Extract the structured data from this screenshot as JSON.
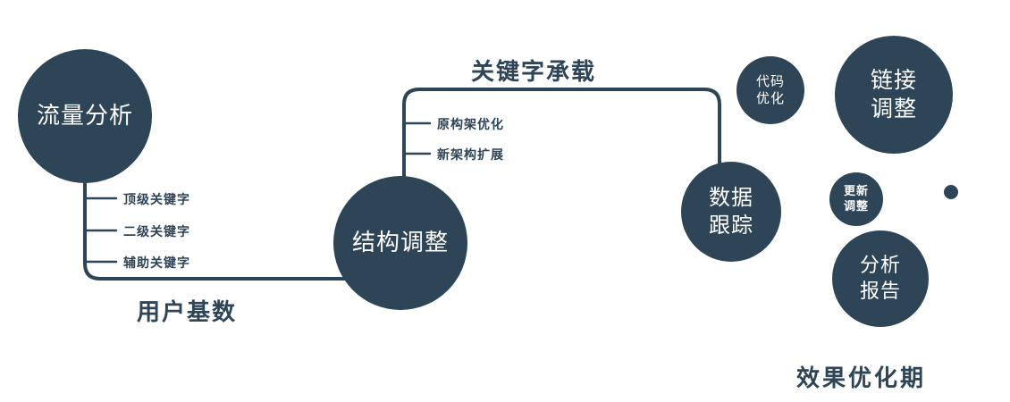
{
  "colors": {
    "accent": "#2e4457",
    "node_text": "#ffffff",
    "background": "#ffffff"
  },
  "nodes": {
    "traffic": {
      "label": "流量分析"
    },
    "structure": {
      "label": "结构调整"
    },
    "data_tracking": {
      "line1": "数据",
      "line2": "跟踪"
    },
    "code_opt": {
      "line1": "代码",
      "line2": "优化"
    },
    "link_adjust": {
      "line1": "链接",
      "line2": "调整"
    },
    "update_adjust": {
      "line1": "更新",
      "line2": "调整"
    },
    "analysis_report": {
      "line1": "分析",
      "line2": "报告"
    }
  },
  "branches": {
    "traffic": [
      "顶级关键字",
      "二级关键字",
      "辅助关键字"
    ],
    "structure": [
      "原构架优化",
      "新架构扩展"
    ]
  },
  "edges": {
    "user_base": "用户基数",
    "keyword_carry": "关键字承载"
  },
  "footer": {
    "label": "效果优化期"
  }
}
